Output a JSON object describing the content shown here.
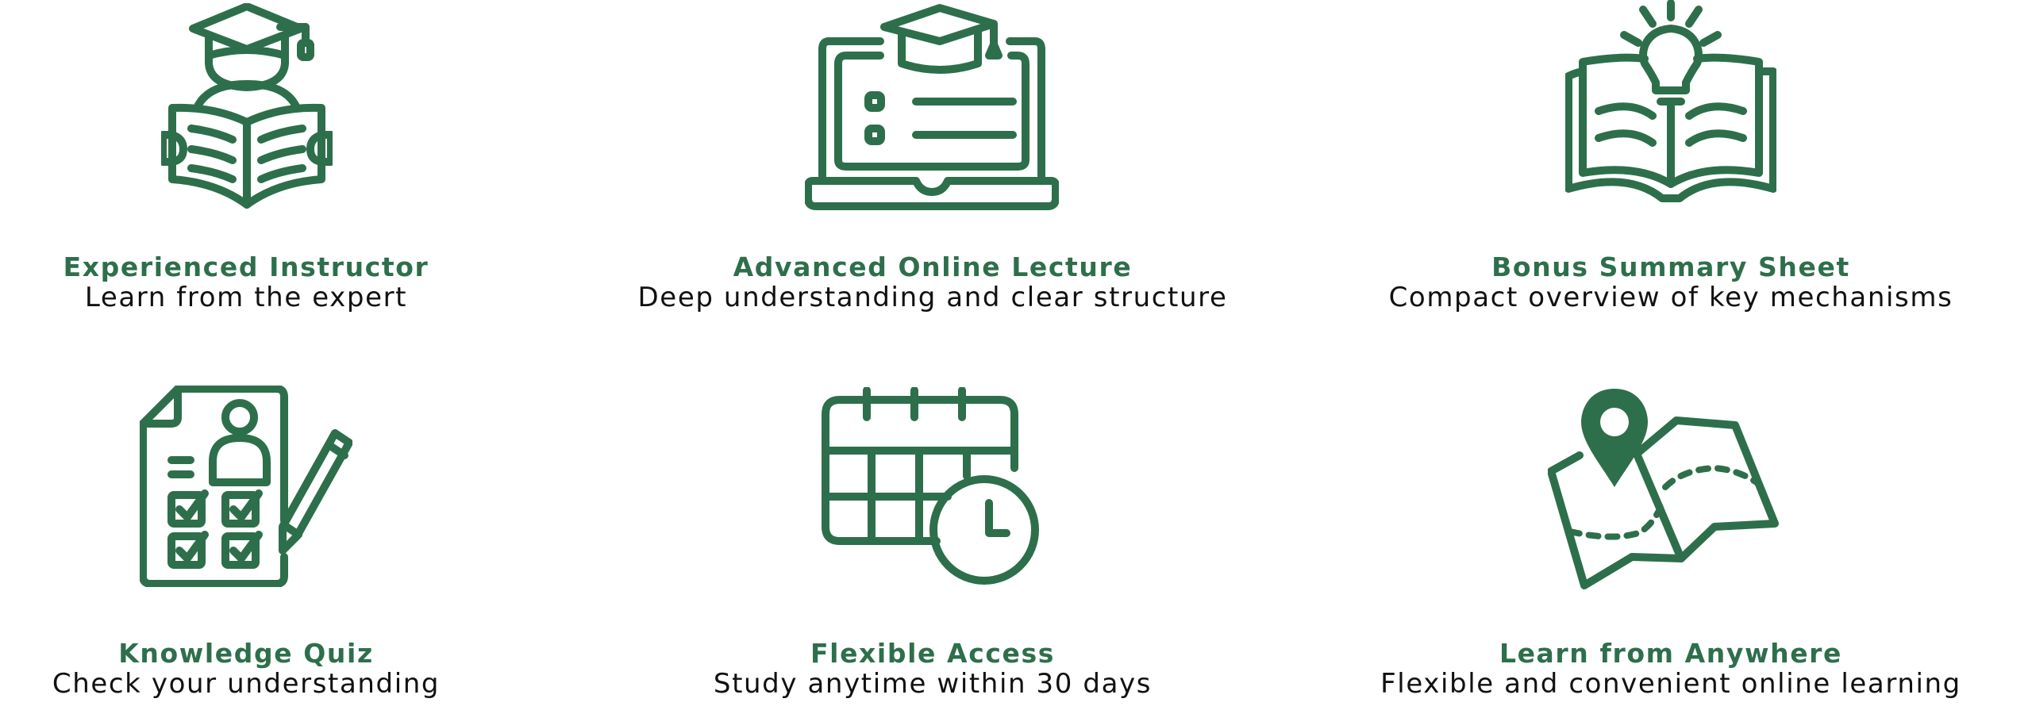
{
  "theme": {
    "accent": "#2E6F4B",
    "text": "#111111",
    "background": "#FFFFFF"
  },
  "features": [
    {
      "icon": "graduate-reading-book-icon",
      "title": "Experienced Instructor",
      "subtitle": "Learn from the expert"
    },
    {
      "icon": "laptop-graduation-cap-icon",
      "title": "Advanced Online Lecture",
      "subtitle": "Deep understanding and clear structure"
    },
    {
      "icon": "open-book-lightbulb-icon",
      "title": "Bonus Summary Sheet",
      "subtitle": "Compact overview of key mechanisms"
    },
    {
      "icon": "quiz-checklist-pencil-icon",
      "title": "Knowledge Quiz",
      "subtitle": "Check your understanding"
    },
    {
      "icon": "calendar-clock-icon",
      "title": "Flexible Access",
      "subtitle": "Study anytime within 30 days"
    },
    {
      "icon": "map-location-pin-icon",
      "title": "Learn from Anywhere",
      "subtitle": "Flexible and convenient online learning"
    }
  ]
}
